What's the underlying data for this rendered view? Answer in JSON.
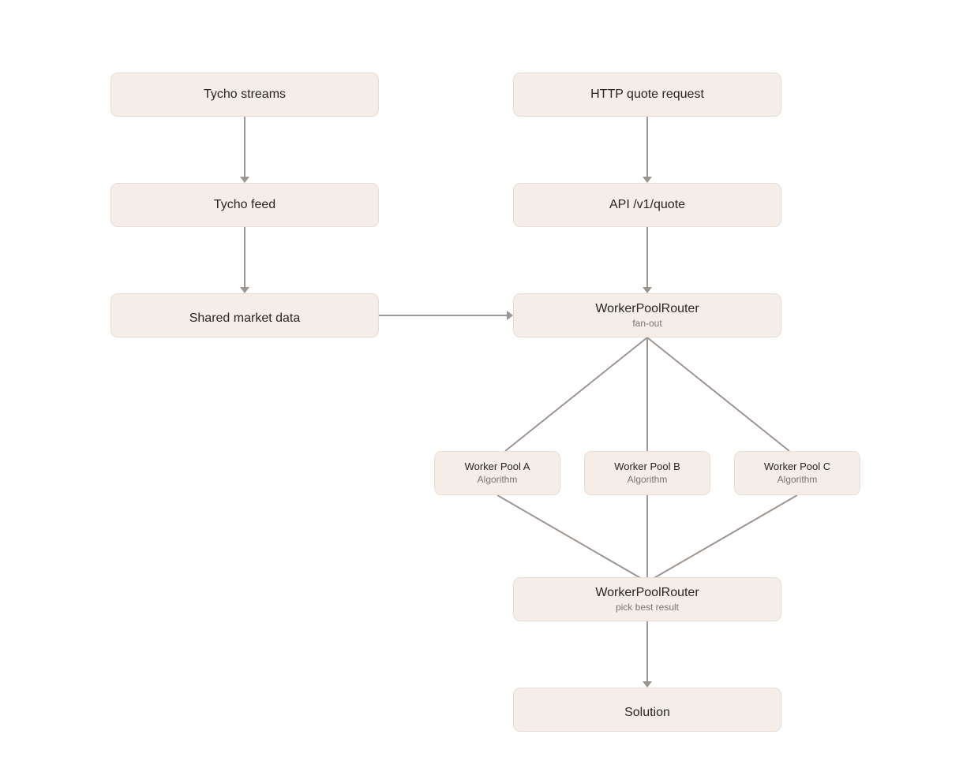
{
  "diagram": {
    "nodes": {
      "streams": {
        "title": "Tycho streams"
      },
      "feed": {
        "title": "Tycho feed"
      },
      "shared": {
        "title": "Shared market data"
      },
      "http": {
        "title": "HTTP quote request"
      },
      "api": {
        "title": "API /v1/quote"
      },
      "fanout": {
        "title": "WorkerPoolRouter",
        "subtitle": "fan-out"
      },
      "poolA": {
        "title": "Worker Pool A",
        "subtitle": "Algorithm"
      },
      "poolB": {
        "title": "Worker Pool B",
        "subtitle": "Algorithm"
      },
      "poolC": {
        "title": "Worker Pool C",
        "subtitle": "Algorithm"
      },
      "pick": {
        "title": "WorkerPoolRouter",
        "subtitle": "pick best result"
      },
      "solution": {
        "title": "Solution"
      }
    },
    "edges": [
      {
        "from": "streams",
        "to": "feed"
      },
      {
        "from": "feed",
        "to": "shared"
      },
      {
        "from": "shared",
        "to": "fanout"
      },
      {
        "from": "http",
        "to": "api"
      },
      {
        "from": "api",
        "to": "fanout"
      },
      {
        "from": "fanout",
        "to": "poolA"
      },
      {
        "from": "fanout",
        "to": "poolB"
      },
      {
        "from": "fanout",
        "to": "poolC"
      },
      {
        "from": "poolA",
        "to": "pick"
      },
      {
        "from": "poolB",
        "to": "pick"
      },
      {
        "from": "poolC",
        "to": "pick"
      },
      {
        "from": "pick",
        "to": "solution"
      }
    ],
    "colors": {
      "node_fill": "#f4ede8",
      "node_border": "#eadcd4",
      "edge": "#9e9490",
      "title_text": "#2a2624",
      "subtitle_text": "#7c7470"
    }
  }
}
